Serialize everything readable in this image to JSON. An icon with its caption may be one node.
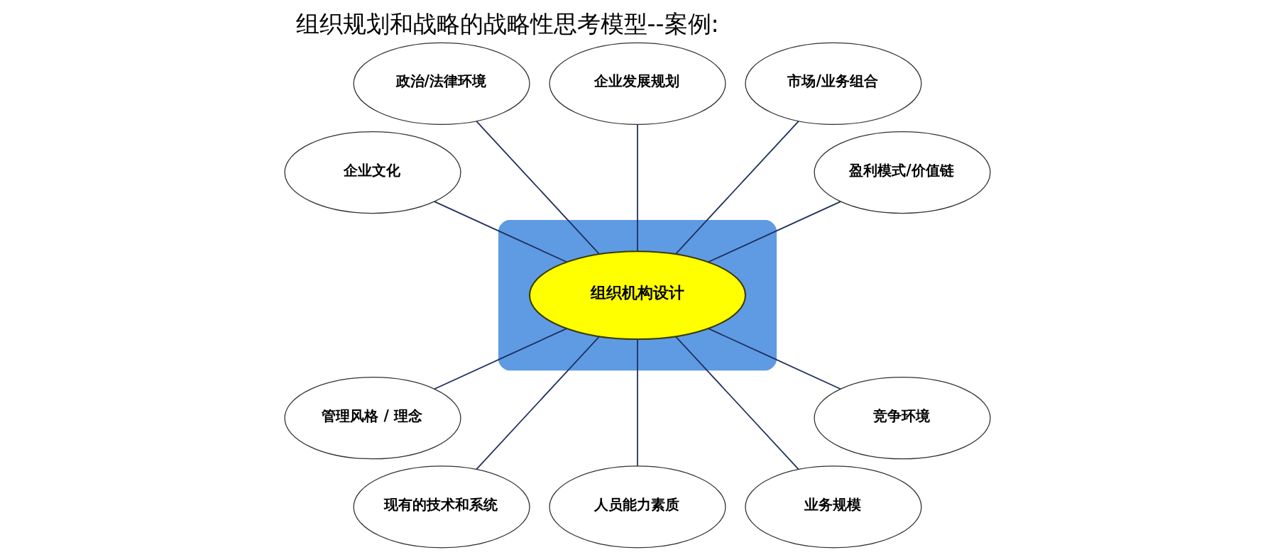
{
  "diagram": {
    "title": "组织规划和战略的战略性思考模型--案例:",
    "nodes": [
      {
        "text": [],
        "shape": "polygon"
      },
      {
        "text": [
          "组织机构设计"
        ],
        "in": 0
      },
      {
        "text": [
          "企业发展规划"
        ]
      },
      {
        "text": [
          "市场/业务组合"
        ]
      },
      {
        "text": [
          "盈利模式/价值链"
        ]
      },
      {
        "text": [
          "竞争环境"
        ]
      },
      {
        "text": [
          "业务规模"
        ]
      },
      {
        "text": [
          "人员能力素质"
        ]
      },
      {
        "text": [
          "现有的技术和系统"
        ]
      },
      {
        "text": [
          "管理风格 / 理念"
        ]
      },
      {
        "text": [
          "企业文化"
        ]
      },
      {
        "text": [
          "政治/法律环境"
        ]
      }
    ],
    "edges": [
      {
        "from": 1,
        "to": 2,
        "arrow": "none"
      },
      {
        "from": 1,
        "to": 3,
        "arrow": "none"
      },
      {
        "from": 1,
        "to": 4,
        "arrow": "none"
      },
      {
        "from": 1,
        "to": 5,
        "arrow": "none"
      },
      {
        "from": 1,
        "to": 6,
        "arrow": "none"
      },
      {
        "from": 1,
        "to": 7,
        "arrow": "none"
      },
      {
        "from": 1,
        "to": 8,
        "arrow": "none"
      },
      {
        "from": 1,
        "to": 9,
        "arrow": "none"
      },
      {
        "from": 1,
        "to": 10,
        "arrow": "none"
      },
      {
        "from": 1,
        "to": 11,
        "arrow": "none"
      }
    ]
  }
}
